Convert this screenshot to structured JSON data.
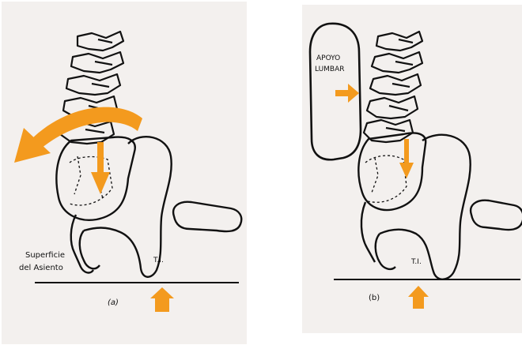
{
  "panel_a": {
    "seat_label_line1": "Superficie",
    "seat_label_line2": "del Asiento",
    "ischial_label": "T.I.",
    "caption": "(a)"
  },
  "panel_b": {
    "support_label_line1": "APOYO",
    "support_label_line2": "LUMBAR",
    "ischial_label": "T.I.",
    "caption": "(b)"
  },
  "colors": {
    "arrow": "#f39a1e",
    "ink": "#111111",
    "paper": "#f3f0ee"
  }
}
